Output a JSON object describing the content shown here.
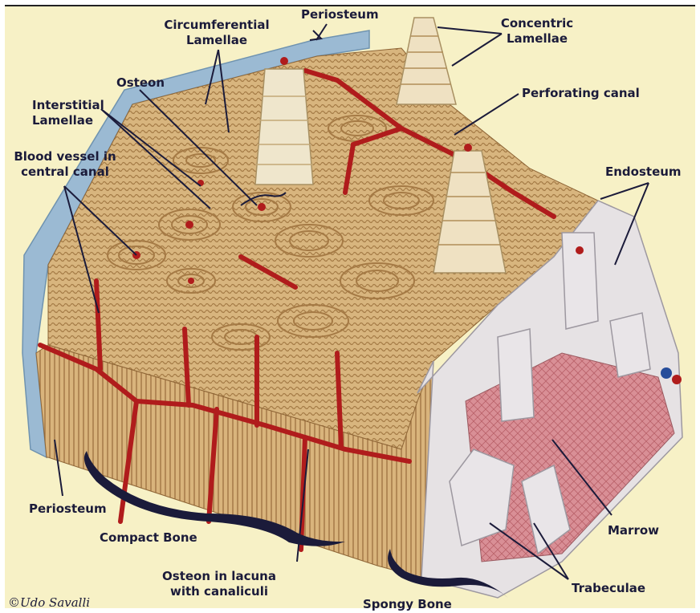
{
  "labels": {
    "periosteum_top": "Periosteum",
    "circumferential_lamellae": "Circumferential\nLamellae",
    "concentric_lamellae": "Concentric\nLamellae",
    "osteon": "Osteon",
    "interstitial_lamellae": "Interstitial\nLamellae",
    "perforating_canal": "Perforating canal",
    "blood_vessel": "Blood vessel in\ncentral canal",
    "endosteum": "Endosteum",
    "periosteum_bottom": "Periosteum",
    "compact_bone": "Compact Bone",
    "marrow": "Marrow",
    "osteon_in_lacuna": "Osteon in lacuna\nwith canaliculi",
    "trabeculae": "Trabeculae",
    "spongy_bone": "Spongy Bone"
  },
  "credit": "©Udo Savalli",
  "colors": {
    "background": "#f7f1c6",
    "bone": "#d8b57e",
    "periosteum": "#9bbad3",
    "vessel": "#b01c1c",
    "marrow": "#d98f96",
    "spongy": "#e6e2e4",
    "label_ink": "#1b1b3a"
  }
}
